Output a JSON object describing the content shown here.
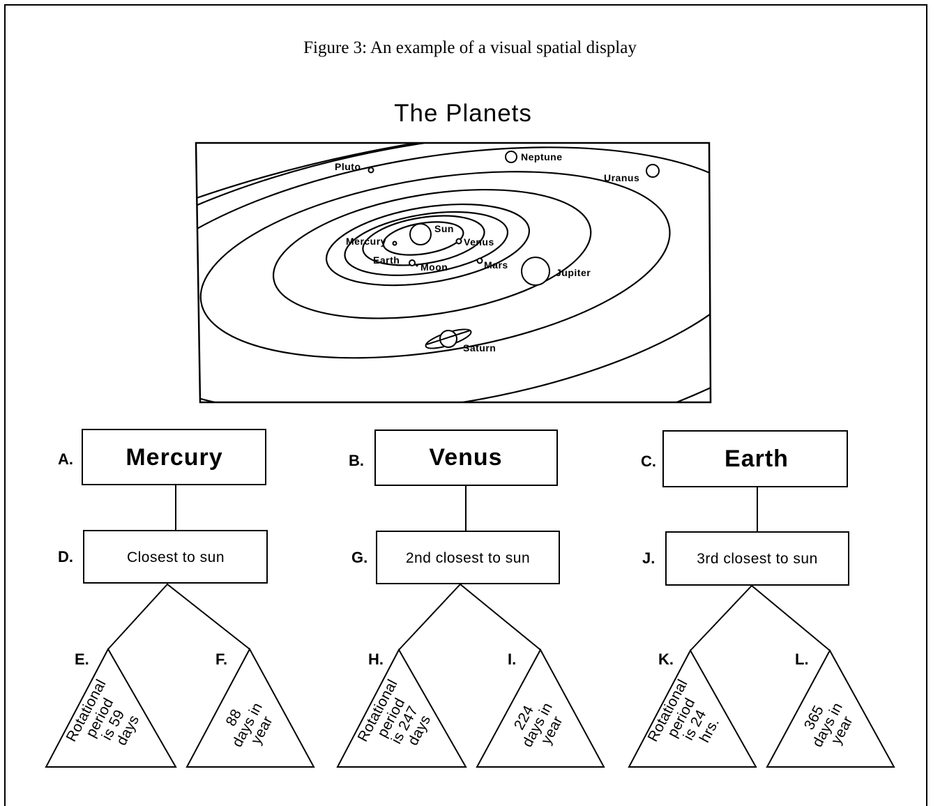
{
  "caption": "Figure 3: An example of a visual spatial display",
  "map": {
    "title": "The Planets",
    "labels": {
      "pluto": "Pluto",
      "neptune": "Neptune",
      "uranus": "Uranus",
      "sun": "Sun",
      "mercury": "Mercury",
      "venus": "Venus",
      "earth": "Earth",
      "moon": "Moon",
      "mars": "Mars",
      "jupiter": "Jupiter",
      "saturn": "Saturn"
    }
  },
  "trees": [
    {
      "planet_letter": "A.",
      "planet": "Mercury",
      "fact_letter": "D.",
      "fact": "Closest to sun",
      "left_letter": "E.",
      "left_lines": [
        "Rotational",
        "period",
        "is 59",
        "days"
      ],
      "right_letter": "F.",
      "right_lines": [
        "88",
        "days in",
        "year"
      ]
    },
    {
      "planet_letter": "B.",
      "planet": "Venus",
      "fact_letter": "G.",
      "fact": "2nd closest to sun",
      "left_letter": "H.",
      "left_lines": [
        "Rotational",
        "period",
        "is 247",
        "days"
      ],
      "right_letter": "I.",
      "right_lines": [
        "224",
        "days in",
        "year"
      ]
    },
    {
      "planet_letter": "C.",
      "planet": "Earth",
      "fact_letter": "J.",
      "fact": "3rd closest to sun",
      "left_letter": "K.",
      "left_lines": [
        "Rotational",
        "period",
        "is 24",
        "hrs."
      ],
      "right_letter": "L.",
      "right_lines": [
        "365",
        "days in",
        "year"
      ]
    }
  ]
}
